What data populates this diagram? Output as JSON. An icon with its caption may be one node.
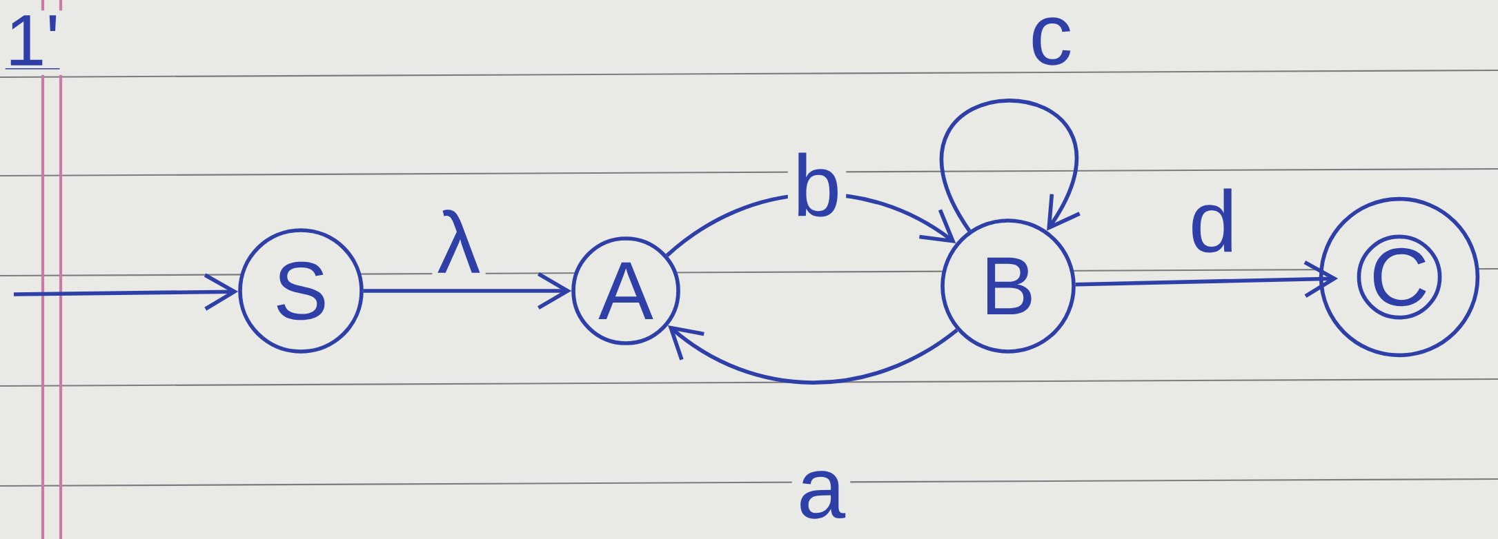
{
  "diagram": {
    "nodes": [
      {
        "text": [
          "S"
        ]
      },
      {
        "text": [
          "A"
        ]
      },
      {
        "text": [
          "B"
        ]
      },
      {
        "text": [
          "C"
        ]
      }
    ],
    "edges": [
      {
        "from": null,
        "to": 0,
        "arrow": "to"
      },
      {
        "from": 0,
        "to": 1,
        "arrow": "to",
        "label": "λ"
      },
      {
        "from": 1,
        "to": 2,
        "arrow": "to",
        "label": "b"
      },
      {
        "from": 2,
        "to": 2,
        "arrow": "to",
        "label": "c"
      },
      {
        "from": 2,
        "to": 3,
        "arrow": "to",
        "label": "d"
      },
      {
        "from": 2,
        "to": 1,
        "arrow": "to",
        "label": "a"
      }
    ],
    "labels": [
      "1'"
    ]
  }
}
